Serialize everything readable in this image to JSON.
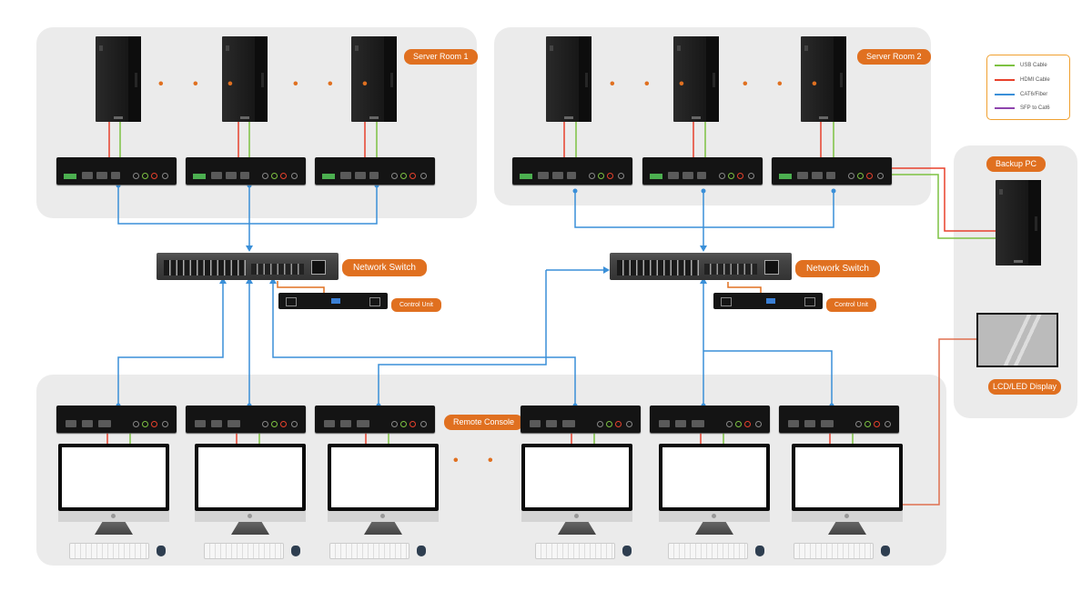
{
  "title": "KVM over IP Extender Network Topology",
  "zones": {
    "server_room_1": "Server Room 1",
    "server_room_2": "Server Room 2",
    "backup_pc": "Backup PC",
    "remote_console": "Remote Console",
    "lcd_display": "LCD/LED Display"
  },
  "devices": {
    "network_switch_1": "Network Switch",
    "network_switch_2": "Network Switch",
    "control_unit_1": "Control Unit",
    "control_unit_2": "Control Unit"
  },
  "ellipsis": "• • •",
  "legend": [
    {
      "label": "USB Cable",
      "color": "#7dc242"
    },
    {
      "label": "HDMI Cable",
      "color": "#e8412c"
    },
    {
      "label": "CAT6/Fiber",
      "color": "#3a8fd8"
    },
    {
      "label": "SFP to Cat6",
      "color": "#8e44ad"
    }
  ],
  "colors": {
    "accent": "#e07020",
    "usb": "#7dc242",
    "hdmi": "#e8412c",
    "network": "#3a8fd8",
    "control_link": "#e07020"
  }
}
